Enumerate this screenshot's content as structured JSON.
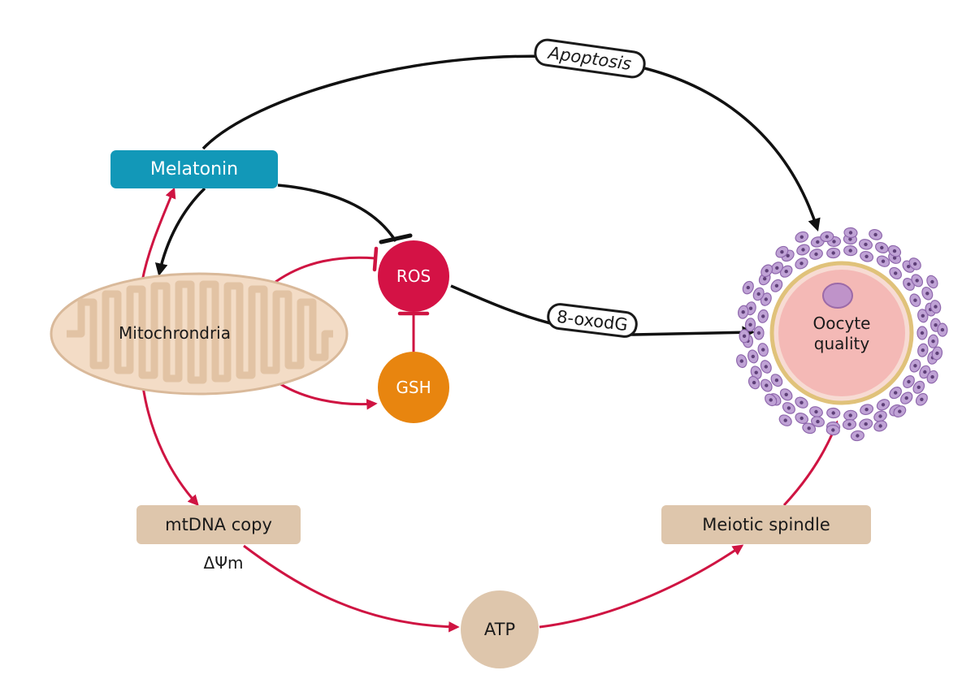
{
  "nodes": {
    "melatonin": "Melatonin",
    "mitochondria": "Mitochrondria",
    "ros": "ROS",
    "gsh": "GSH",
    "mtdna": "mtDNA copy",
    "delta_psi": "ΔΨm",
    "atp": "ATP",
    "spindle": "Meiotic spindle",
    "oocyte_line1": "Oocyte",
    "oocyte_line2": "quality"
  },
  "edge_labels": {
    "apoptosis": "Apoptosis",
    "oxodg": "8-oxodG"
  },
  "colors": {
    "melatonin_fill": "#1298b8",
    "ros_fill": "#d41245",
    "gsh_fill": "#e8850f",
    "tan_box": "#dec6ac",
    "red_arrow": "#cf1442",
    "black_arrow": "#111111",
    "mito_fill": "#f3dcc6",
    "oocyte_fill": "#f4b9b6",
    "zona_ring": "#e0c27a",
    "cumulus_cell": "#bfa2d5"
  }
}
